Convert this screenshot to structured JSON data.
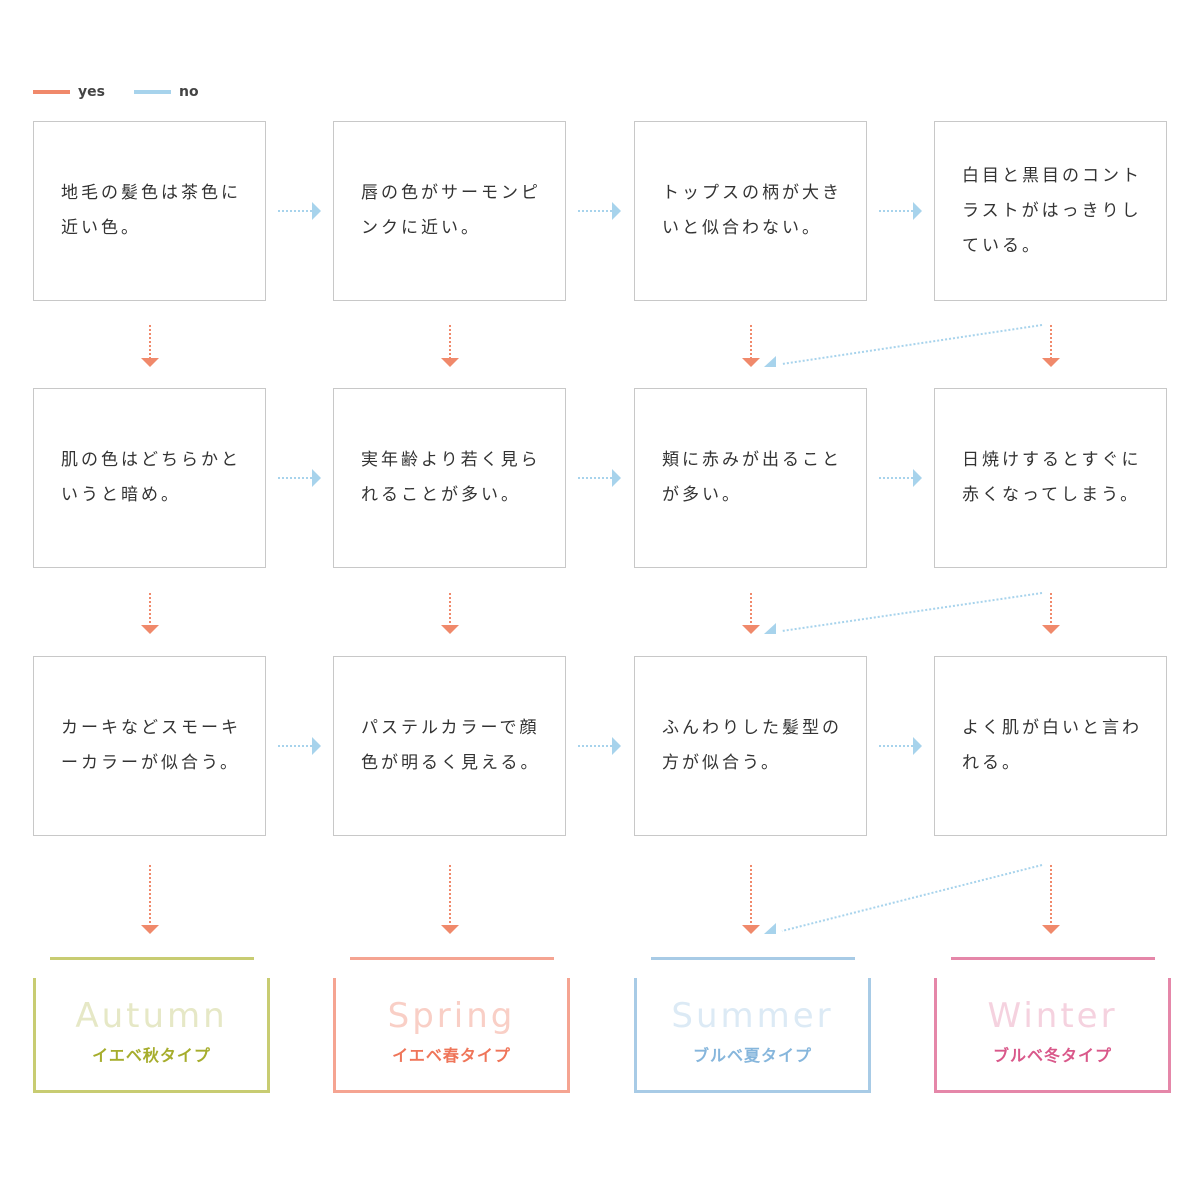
{
  "legend": {
    "yes": {
      "label": "yes",
      "color": "#f0896b"
    },
    "no": {
      "label": "no",
      "color": "#a7d3ec"
    }
  },
  "questions": [
    [
      "地毛の髪色は茶色に近い色。",
      "唇の色がサーモンピンクに近い。",
      "トップスの柄が大きいと似合わない。",
      "白目と黒目のコントラストがはっきりしている。"
    ],
    [
      "肌の色はどちらかというと暗め。",
      "実年齢より若く見られることが多い。",
      "頬に赤みが出ることが多い。",
      "日焼けするとすぐに赤くなってしまう。"
    ],
    [
      "カーキなどスモーキーカラーが似合う。",
      "パステルカラーで顔色が明るく見える。",
      "ふんわりした髪型の方が似合う。",
      "よく肌が白いと言われる。"
    ]
  ],
  "results": [
    {
      "title": "Autumn",
      "subtitle": "イエベ秋タイプ",
      "color": "#c8cc72",
      "title_color": "#e6e8c6",
      "sub_color": "#a6ad2c"
    },
    {
      "title": "Spring",
      "subtitle": "イエベ春タイプ",
      "color": "#f5a492",
      "title_color": "#f9cfc6",
      "sub_color": "#ef7559"
    },
    {
      "title": "Summer",
      "subtitle": "ブルベ夏タイプ",
      "color": "#a8cbe6",
      "title_color": "#dceaf5",
      "sub_color": "#86b6dc"
    },
    {
      "title": "Winter",
      "subtitle": "ブルベ冬タイプ",
      "color": "#e587a9",
      "title_color": "#f5d2df",
      "sub_color": "#d9588a"
    }
  ]
}
